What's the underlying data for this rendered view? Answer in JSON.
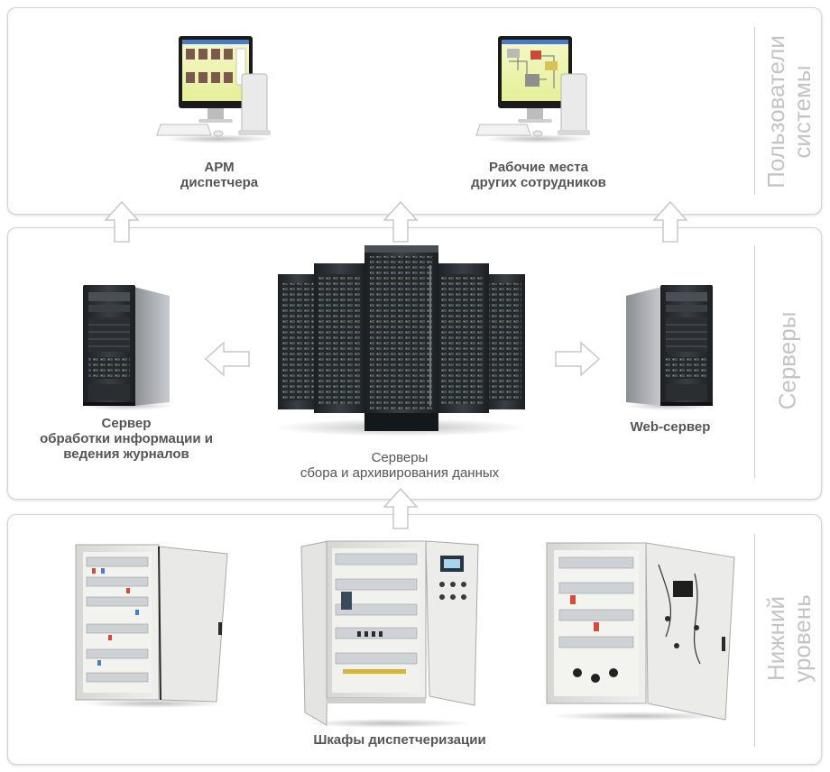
{
  "tiers": {
    "users": {
      "label_line1": "Пользователи",
      "label_line2": "системы"
    },
    "servers": {
      "label": "Серверы"
    },
    "bottom": {
      "label_line1": "Нижний",
      "label_line2": "уровень"
    }
  },
  "nodes": {
    "arm": {
      "line1": "АРМ",
      "line2": "диспетчера"
    },
    "workplaces": {
      "line1": "Рабочие места",
      "line2": "других сотрудников"
    },
    "log_server": {
      "line1": "Сервер",
      "line2": "обработки информации и",
      "line3": "ведения журналов"
    },
    "data_servers": {
      "line1": "Серверы",
      "line2": "сбора и архивирования данных"
    },
    "web_server": {
      "line1": "Web-сервер"
    },
    "cabinets": {
      "line1": "Шкафы диспетчеризации"
    }
  },
  "colors": {
    "panel_border": "#d4d4d4",
    "side_label": "#c4c4c4",
    "caption_text": "#555555",
    "arrow_fill": "#ffffff",
    "arrow_stroke": "#c8c8c8",
    "server_body": "#2b2f33",
    "cabinet_body": "#e3e3e1"
  },
  "icons": {
    "workstation": "monitor-with-tower-pc",
    "server_tower": "tower-server",
    "server_rack": "server-rack-cluster",
    "cabinet": "electrical-control-cabinet"
  }
}
